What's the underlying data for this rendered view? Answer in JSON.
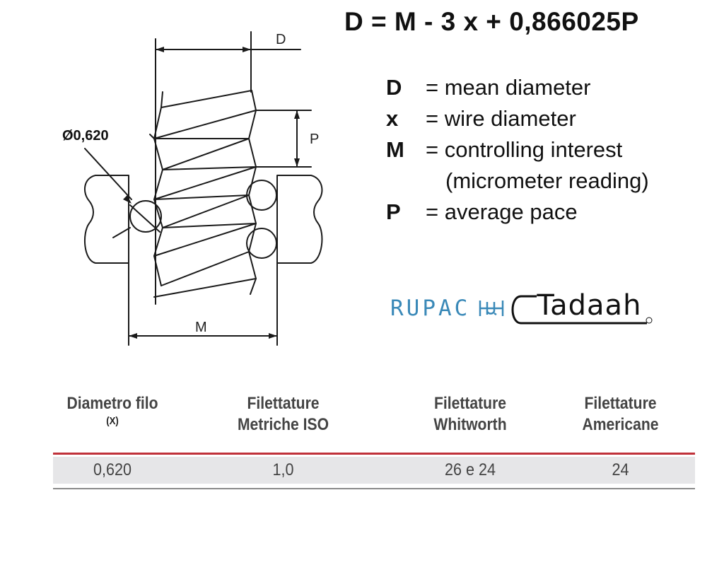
{
  "formula": "D = M - 3 x + 0,866025P",
  "diagram": {
    "label_d": "D",
    "label_p": "P",
    "label_m": "M",
    "wire_label": "Ø0,620"
  },
  "legend": {
    "items": [
      {
        "symbol": "D",
        "definition": "= mean diameter"
      },
      {
        "symbol": "x",
        "definition": "= wire diameter"
      },
      {
        "symbol": "M",
        "definition": "= controlling interest"
      },
      {
        "symbol": "P",
        "definition": "= average pace"
      }
    ],
    "continuation": "(micrometer reading)"
  },
  "brand": {
    "rupac": "RUPAC",
    "tadaah": "Tadaah",
    "rupac_color": "#3a89b8",
    "icon": "micrometer-mu-icon"
  },
  "table": {
    "headers": [
      {
        "line1": "Diametro filo",
        "line2": "(X)"
      },
      {
        "line1": "Filettature",
        "line2": "Metriche ISO"
      },
      {
        "line1": "Filettature",
        "line2": "Whitworth"
      },
      {
        "line1": "Filettature",
        "line2": "Americane"
      }
    ],
    "rows": [
      [
        "0,620",
        "1,0",
        "26 e 24",
        "24"
      ]
    ],
    "accent_color": "#c0323a"
  }
}
